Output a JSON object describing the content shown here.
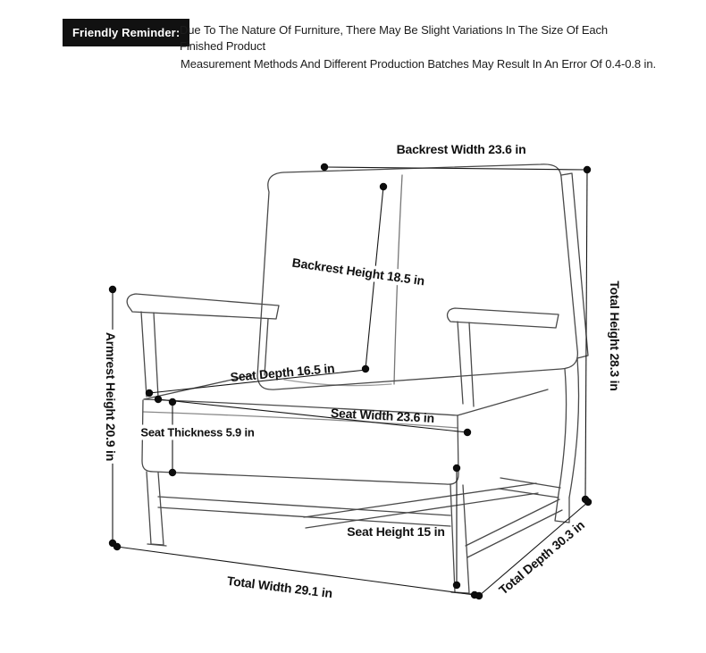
{
  "reminder": {
    "badge": "Friendly Reminder:",
    "text": "Due To The Nature Of Furniture, There May Be Slight Variations In The Size Of Each Finished Product",
    "note": "Measurement Methods And Different Production Batches May Result In An Error Of 0.4-0.8 in."
  },
  "diagram": {
    "subject": "armchair-line-drawing",
    "labels": {
      "backrest_width": "Backrest Width 23.6 in",
      "backrest_height": "Backrest Height 18.5 in",
      "total_height": "Total Height 28.3 in",
      "armrest_height": "Armrest Height 20.9 in",
      "seat_depth": "Seat Depth 16.5 in",
      "seat_width": "Seat Width 23.6 in",
      "seat_thickness": "Seat Thickness 5.9 in",
      "seat_height": "Seat Height 15 in",
      "total_width": "Total Width 29.1 in",
      "total_depth": "Total Depth 30.3 in"
    }
  },
  "colors": {
    "background": "#ffffff",
    "reminder_badge_bg": "#111111",
    "reminder_badge_text": "#ffffff",
    "ink": "#111111",
    "drawing_stroke": "#4a4a4a"
  }
}
